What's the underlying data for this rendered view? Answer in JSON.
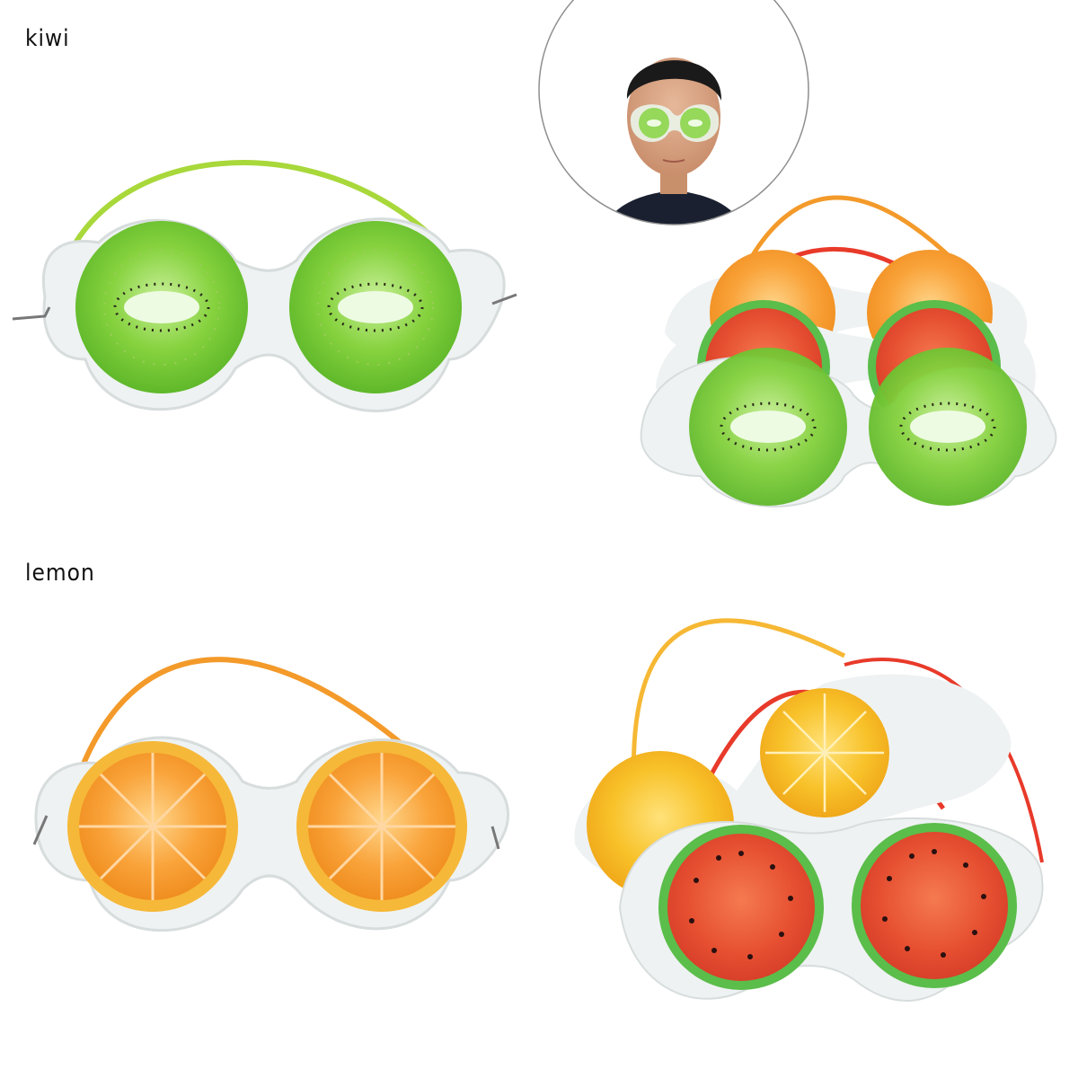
{
  "labels": {
    "top": "kiwi",
    "bottom": "lemon"
  },
  "photos": [
    {
      "name": "kiwi-eye-mask",
      "fruit": "kiwi",
      "strap_color": "#9ed63a"
    },
    {
      "name": "model-wearing-mask",
      "fruit": "kiwi"
    },
    {
      "name": "stacked-masks",
      "fruits": [
        "orange",
        "watermelon",
        "kiwi"
      ]
    },
    {
      "name": "lemon-eye-mask",
      "fruit": "orange",
      "strap_color": "#f39a2a"
    },
    {
      "name": "mixed-masks",
      "fruits": [
        "lemon",
        "watermelon"
      ]
    }
  ],
  "colors": {
    "kiwi_flesh": "#7fce3a",
    "kiwi_light": "#b9e88a",
    "orange_flesh": "#f8a43a",
    "lemon_flesh": "#f7c52a",
    "watermelon_flesh": "#e8553a",
    "watermelon_rind": "#58b848",
    "frame": "#eef1f1"
  }
}
